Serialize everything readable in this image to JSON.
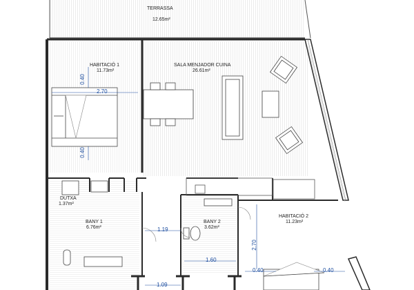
{
  "rooms": {
    "terrassa": {
      "name": "TERRASSA",
      "area": "12.65m²"
    },
    "habitacio1": {
      "name": "HABITACIÓ 1",
      "area": "11.73m²"
    },
    "sala": {
      "name": "SALA MENJADOR CUINA",
      "area": "26.61m²"
    },
    "dutxa": {
      "name": "DUTXA",
      "area": "1.37m²"
    },
    "bany1": {
      "name": "BANY 1",
      "area": "6.76m²"
    },
    "bany2": {
      "name": "BANY 2",
      "area": "3.62m²"
    },
    "habitacio2": {
      "name": "HABITACIÓ 2",
      "area": "11.23m²"
    }
  },
  "dimensions": {
    "hab1_width": "2.70",
    "hab1_top_margin": "0.40",
    "hab1_bottom_margin": "0.40",
    "passage_bany1": "1.19",
    "bany2_width": "1.60",
    "hab2_length": "2.70",
    "hab2_left_margin": "0.40",
    "hab2_right_margin": "0.40",
    "bottom_passage": "1.09"
  },
  "colors": {
    "wall": "#2a2a2a",
    "line": "#6a6a6a",
    "dimension": "#1f4fa0",
    "hatch": "#d6d6d6"
  }
}
